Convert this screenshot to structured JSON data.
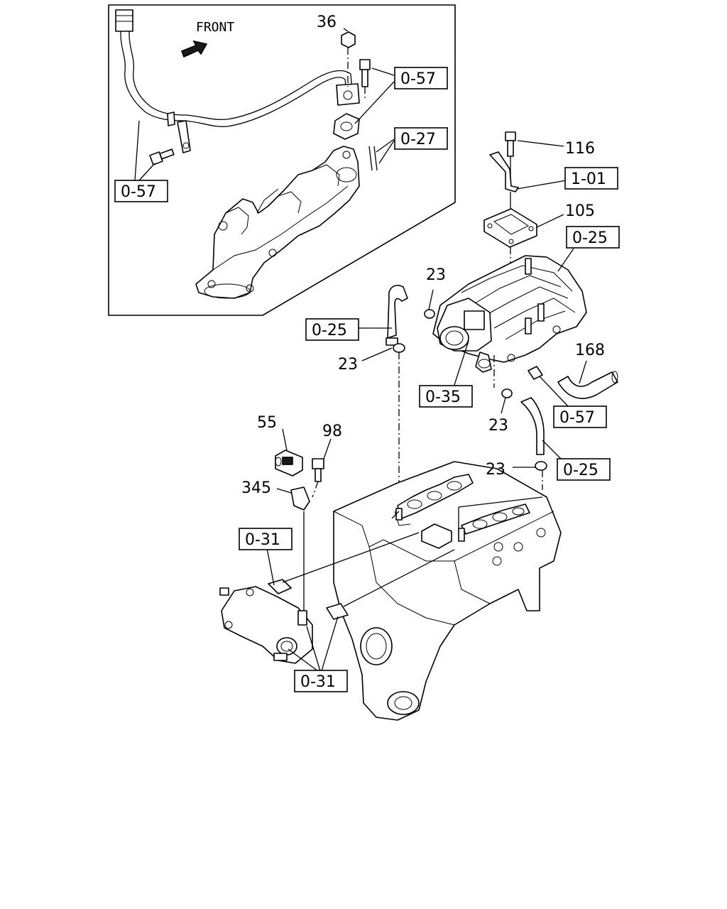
{
  "front_label": "FRONT",
  "callouts": {
    "c36": "36",
    "c116": "116",
    "c105": "105",
    "c23a": "23",
    "c23b": "23",
    "c23c": "23",
    "c23d": "23",
    "c168": "168",
    "c55": "55",
    "c98": "98",
    "c345": "345"
  },
  "references": {
    "r057_top": "0-57",
    "r057_left": "0-57",
    "r027": "0-27",
    "r101": "1-01",
    "r025_right": "0-25",
    "r025_left": "0-25",
    "r035": "0-35",
    "r057_right": "0-57",
    "r025_lower": "0-25",
    "r031_upper": "0-31",
    "r031_lower": "0-31"
  }
}
